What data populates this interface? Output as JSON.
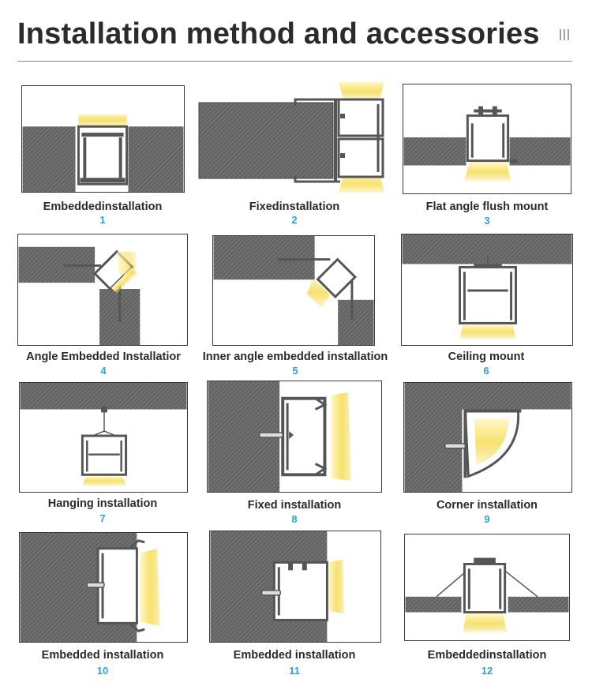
{
  "header": {
    "title": "Installation method and accessories"
  },
  "items": [
    {
      "caption": "Embeddedinstallation",
      "number": "1"
    },
    {
      "caption": "Fixedinstallation",
      "number": "2"
    },
    {
      "caption": "Flat angle flush mount",
      "number": "3"
    },
    {
      "caption": "Angle Embedded Installatior",
      "number": "4"
    },
    {
      "caption": "Inner angle embedded installation",
      "number": "5"
    },
    {
      "caption": "Ceiling mount",
      "number": "6"
    },
    {
      "caption": "Hanging installation",
      "number": "7"
    },
    {
      "caption": "Fixed installation",
      "number": "8"
    },
    {
      "caption": "Corner installation",
      "number": "9"
    },
    {
      "caption": "Embedded installation",
      "number": "10"
    },
    {
      "caption": "Embedded installation",
      "number": "11"
    },
    {
      "caption": "Embeddedinstallation",
      "number": "12"
    }
  ],
  "colors": {
    "accent_number": "#2aa3dc",
    "wall": "#6e6e6e",
    "profile": "#555555",
    "light": "#f6e27a"
  }
}
